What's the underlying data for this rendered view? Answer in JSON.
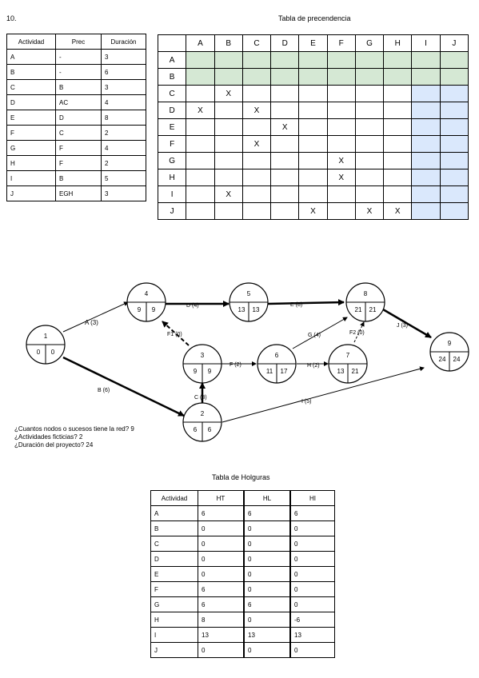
{
  "problem_number": "10.",
  "precedence_title": "Tabla de precendencia",
  "activity_table": {
    "headers": [
      "Actividad",
      "Prec",
      "Duración"
    ],
    "rows": [
      [
        "A",
        "-",
        "3"
      ],
      [
        "B",
        "-",
        "6"
      ],
      [
        "C",
        "B",
        "3"
      ],
      [
        "D",
        "AC",
        "4"
      ],
      [
        "E",
        "D",
        "8"
      ],
      [
        "F",
        "C",
        "2"
      ],
      [
        "G",
        "F",
        "4"
      ],
      [
        "H",
        "F",
        "2"
      ],
      [
        "I",
        "B",
        "5"
      ],
      [
        "J",
        "EGH",
        "3"
      ]
    ]
  },
  "precedence_matrix": {
    "columns": [
      "A",
      "B",
      "C",
      "D",
      "E",
      "F",
      "G",
      "H",
      "I",
      "J"
    ],
    "rows": [
      {
        "label": "A",
        "cells": [
          "",
          "",
          "",
          "",
          "",
          "",
          "",
          "",
          "",
          ""
        ]
      },
      {
        "label": "B",
        "cells": [
          "",
          "",
          "",
          "",
          "",
          "",
          "",
          "",
          "",
          ""
        ]
      },
      {
        "label": "C",
        "cells": [
          "",
          "X",
          "",
          "",
          "",
          "",
          "",
          "",
          "",
          ""
        ]
      },
      {
        "label": "D",
        "cells": [
          "X",
          "",
          "X",
          "",
          "",
          "",
          "",
          "",
          "",
          ""
        ]
      },
      {
        "label": "E",
        "cells": [
          "",
          "",
          "",
          "X",
          "",
          "",
          "",
          "",
          "",
          ""
        ]
      },
      {
        "label": "F",
        "cells": [
          "",
          "",
          "X",
          "",
          "",
          "",
          "",
          "",
          "",
          ""
        ]
      },
      {
        "label": "G",
        "cells": [
          "",
          "",
          "",
          "",
          "",
          "X",
          "",
          "",
          "",
          ""
        ]
      },
      {
        "label": "H",
        "cells": [
          "",
          "",
          "",
          "",
          "",
          "X",
          "",
          "",
          "",
          ""
        ]
      },
      {
        "label": "I",
        "cells": [
          "",
          "X",
          "",
          "",
          "",
          "",
          "",
          "",
          "",
          ""
        ]
      },
      {
        "label": "J",
        "cells": [
          "",
          "",
          "",
          "",
          "X",
          "",
          "X",
          "X",
          "",
          ""
        ]
      }
    ],
    "highlight_green": "#d5e8d4",
    "highlight_blue": "#dae8fc"
  },
  "network": {
    "nodes": [
      {
        "id": "1",
        "early": "0",
        "late": "0"
      },
      {
        "id": "2",
        "early": "6",
        "late": "6"
      },
      {
        "id": "3",
        "early": "9",
        "late": "9"
      },
      {
        "id": "4",
        "early": "9",
        "late": "9"
      },
      {
        "id": "5",
        "early": "13",
        "late": "13"
      },
      {
        "id": "6",
        "early": "11",
        "late": "17"
      },
      {
        "id": "7",
        "early": "13",
        "late": "21"
      },
      {
        "id": "8",
        "early": "21",
        "late": "21"
      },
      {
        "id": "9",
        "early": "24",
        "late": "24"
      }
    ],
    "edge_labels": {
      "A": "A (3)",
      "B": "B (6)",
      "C": "C (3)",
      "D": "D (4)",
      "E": "E (8)",
      "F": "F (2)",
      "G": "G (4)",
      "H": "H (2)",
      "I": "I (5)",
      "J": "J (3)",
      "F1": "F1 (0)",
      "F2": "F2 (0)"
    }
  },
  "questions": [
    "¿Cuantos nodos o sucesos tiene la red? 9",
    "¿Actividades ficticias? 2",
    "¿Duración del proyecto? 24"
  ],
  "slack_title": "Tabla de Holguras",
  "slack_table": {
    "headers": [
      "Actividad",
      "HT",
      "HL",
      "HI"
    ],
    "rows": [
      [
        "A",
        "6",
        "6",
        "6"
      ],
      [
        "B",
        "0",
        "0",
        "0"
      ],
      [
        "C",
        "0",
        "0",
        "0"
      ],
      [
        "D",
        "0",
        "0",
        "0"
      ],
      [
        "E",
        "0",
        "0",
        "0"
      ],
      [
        "F",
        "6",
        "0",
        "0"
      ],
      [
        "G",
        "6",
        "6",
        "0"
      ],
      [
        "H",
        "8",
        "0",
        "-6"
      ],
      [
        "I",
        "13",
        "13",
        "13"
      ],
      [
        "J",
        "0",
        "0",
        "0"
      ]
    ]
  }
}
